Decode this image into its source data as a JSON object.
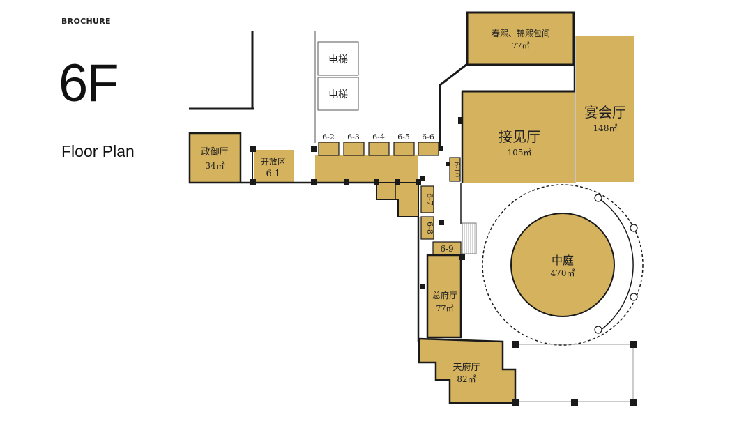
{
  "header": {
    "brochure": "BROCHURE",
    "floor": "6F",
    "subtitle": "Floor Plan"
  },
  "colors": {
    "room_fill": "#d4b25e",
    "wall": "#1a1a1a",
    "pillar": "#1a1a1a",
    "background": "#ffffff"
  },
  "rooms": {
    "zhengyu": {
      "name": "政御厅",
      "area": "34㎡"
    },
    "open_area": {
      "name": "开放区",
      "code": "6-1"
    },
    "r62": {
      "code": "6-2"
    },
    "r63": {
      "code": "6-3"
    },
    "r64": {
      "code": "6-4"
    },
    "r65": {
      "code": "6-5"
    },
    "r66": {
      "code": "6-6"
    },
    "r67": {
      "code": "6-7"
    },
    "r68": {
      "code": "6-8"
    },
    "r69": {
      "code": "6-9"
    },
    "r610": {
      "code": "6-10"
    },
    "chunxi": {
      "name": "春熙、锦熙包间",
      "area": "77㎡"
    },
    "yanhui": {
      "name": "宴会厅",
      "area": "148㎡"
    },
    "jiejian": {
      "name": "接见厅",
      "area": "105㎡"
    },
    "zhongting": {
      "name": "中庭",
      "area": "470㎡"
    },
    "zongfu": {
      "name": "总府厅",
      "area": "77㎡"
    },
    "tianfu": {
      "name": "天府厅",
      "area": "82㎡"
    }
  },
  "elevators": [
    {
      "label": "电梯"
    },
    {
      "label": "电梯"
    }
  ]
}
